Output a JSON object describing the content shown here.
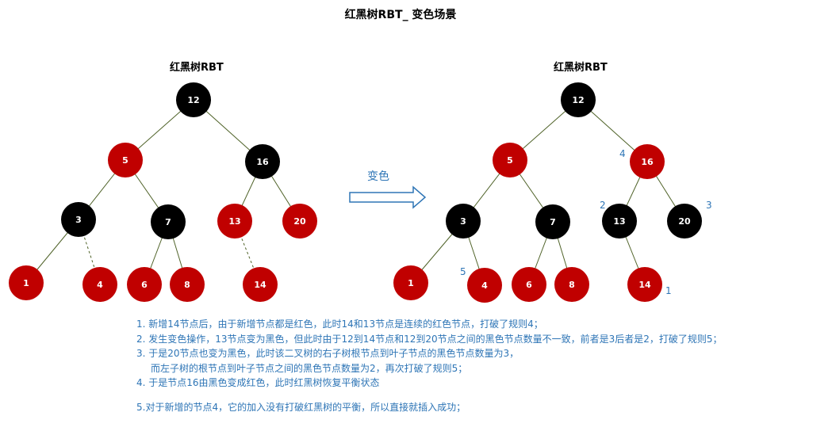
{
  "title": "红黑树RBT_ 变色场景",
  "left_tree": {
    "title": "红黑树RBT",
    "nodes": {
      "n12": {
        "label": "12",
        "color": "black"
      },
      "n5": {
        "label": "5",
        "color": "red"
      },
      "n16": {
        "label": "16",
        "color": "black"
      },
      "n3": {
        "label": "3",
        "color": "black"
      },
      "n7": {
        "label": "7",
        "color": "black"
      },
      "n13": {
        "label": "13",
        "color": "red"
      },
      "n20": {
        "label": "20",
        "color": "red"
      },
      "n1": {
        "label": "1",
        "color": "red"
      },
      "n4": {
        "label": "4",
        "color": "red"
      },
      "n6": {
        "label": "6",
        "color": "red"
      },
      "n8": {
        "label": "8",
        "color": "red"
      },
      "n14": {
        "label": "14",
        "color": "red"
      }
    }
  },
  "right_tree": {
    "title": "红黑树RBT",
    "nodes": {
      "n12": {
        "label": "12",
        "color": "black"
      },
      "n5": {
        "label": "5",
        "color": "red"
      },
      "n16": {
        "label": "16",
        "color": "red"
      },
      "n3": {
        "label": "3",
        "color": "black"
      },
      "n7": {
        "label": "7",
        "color": "black"
      },
      "n13": {
        "label": "13",
        "color": "black"
      },
      "n20": {
        "label": "20",
        "color": "black"
      },
      "n1": {
        "label": "1",
        "color": "red"
      },
      "n4": {
        "label": "4",
        "color": "red"
      },
      "n6": {
        "label": "6",
        "color": "red"
      },
      "n8": {
        "label": "8",
        "color": "red"
      },
      "n14": {
        "label": "14",
        "color": "red"
      }
    },
    "annotations": {
      "a16": "4",
      "a13": "2",
      "a20": "3",
      "a4": "5",
      "a14": "1"
    }
  },
  "arrow_label": "变色",
  "notes": {
    "line1": "1. 新增14节点后，由于新增节点都是红色，此时14和13节点是连续的红色节点，打破了规则4；",
    "line2": "2. 发生变色操作，13节点变为黑色，但此时由于12到14节点和12到20节点之间的黑色节点数量不一致，前者是3后者是2，打破了规则5；",
    "line3": "3. 于是20节点也变为黑色，此时该二叉树的右子树根节点到叶子节点的黑色节点数量为3，",
    "line3b": "而左子树的根节点到叶子节点之间的黑色节点数量为2，再次打破了规则5；",
    "line4": "4.  于是节点16由黑色变成红色，此时红黑树恢复平衡状态",
    "line5": "5.对于新增的节点4，它的加入没有打破红黑树的平衡，所以直接就插入成功；"
  },
  "colors": {
    "red": "#c00000",
    "black": "#000000",
    "edge": "#4f6228",
    "annotation": "#2e75b6",
    "arrow": "#2e75b6"
  }
}
